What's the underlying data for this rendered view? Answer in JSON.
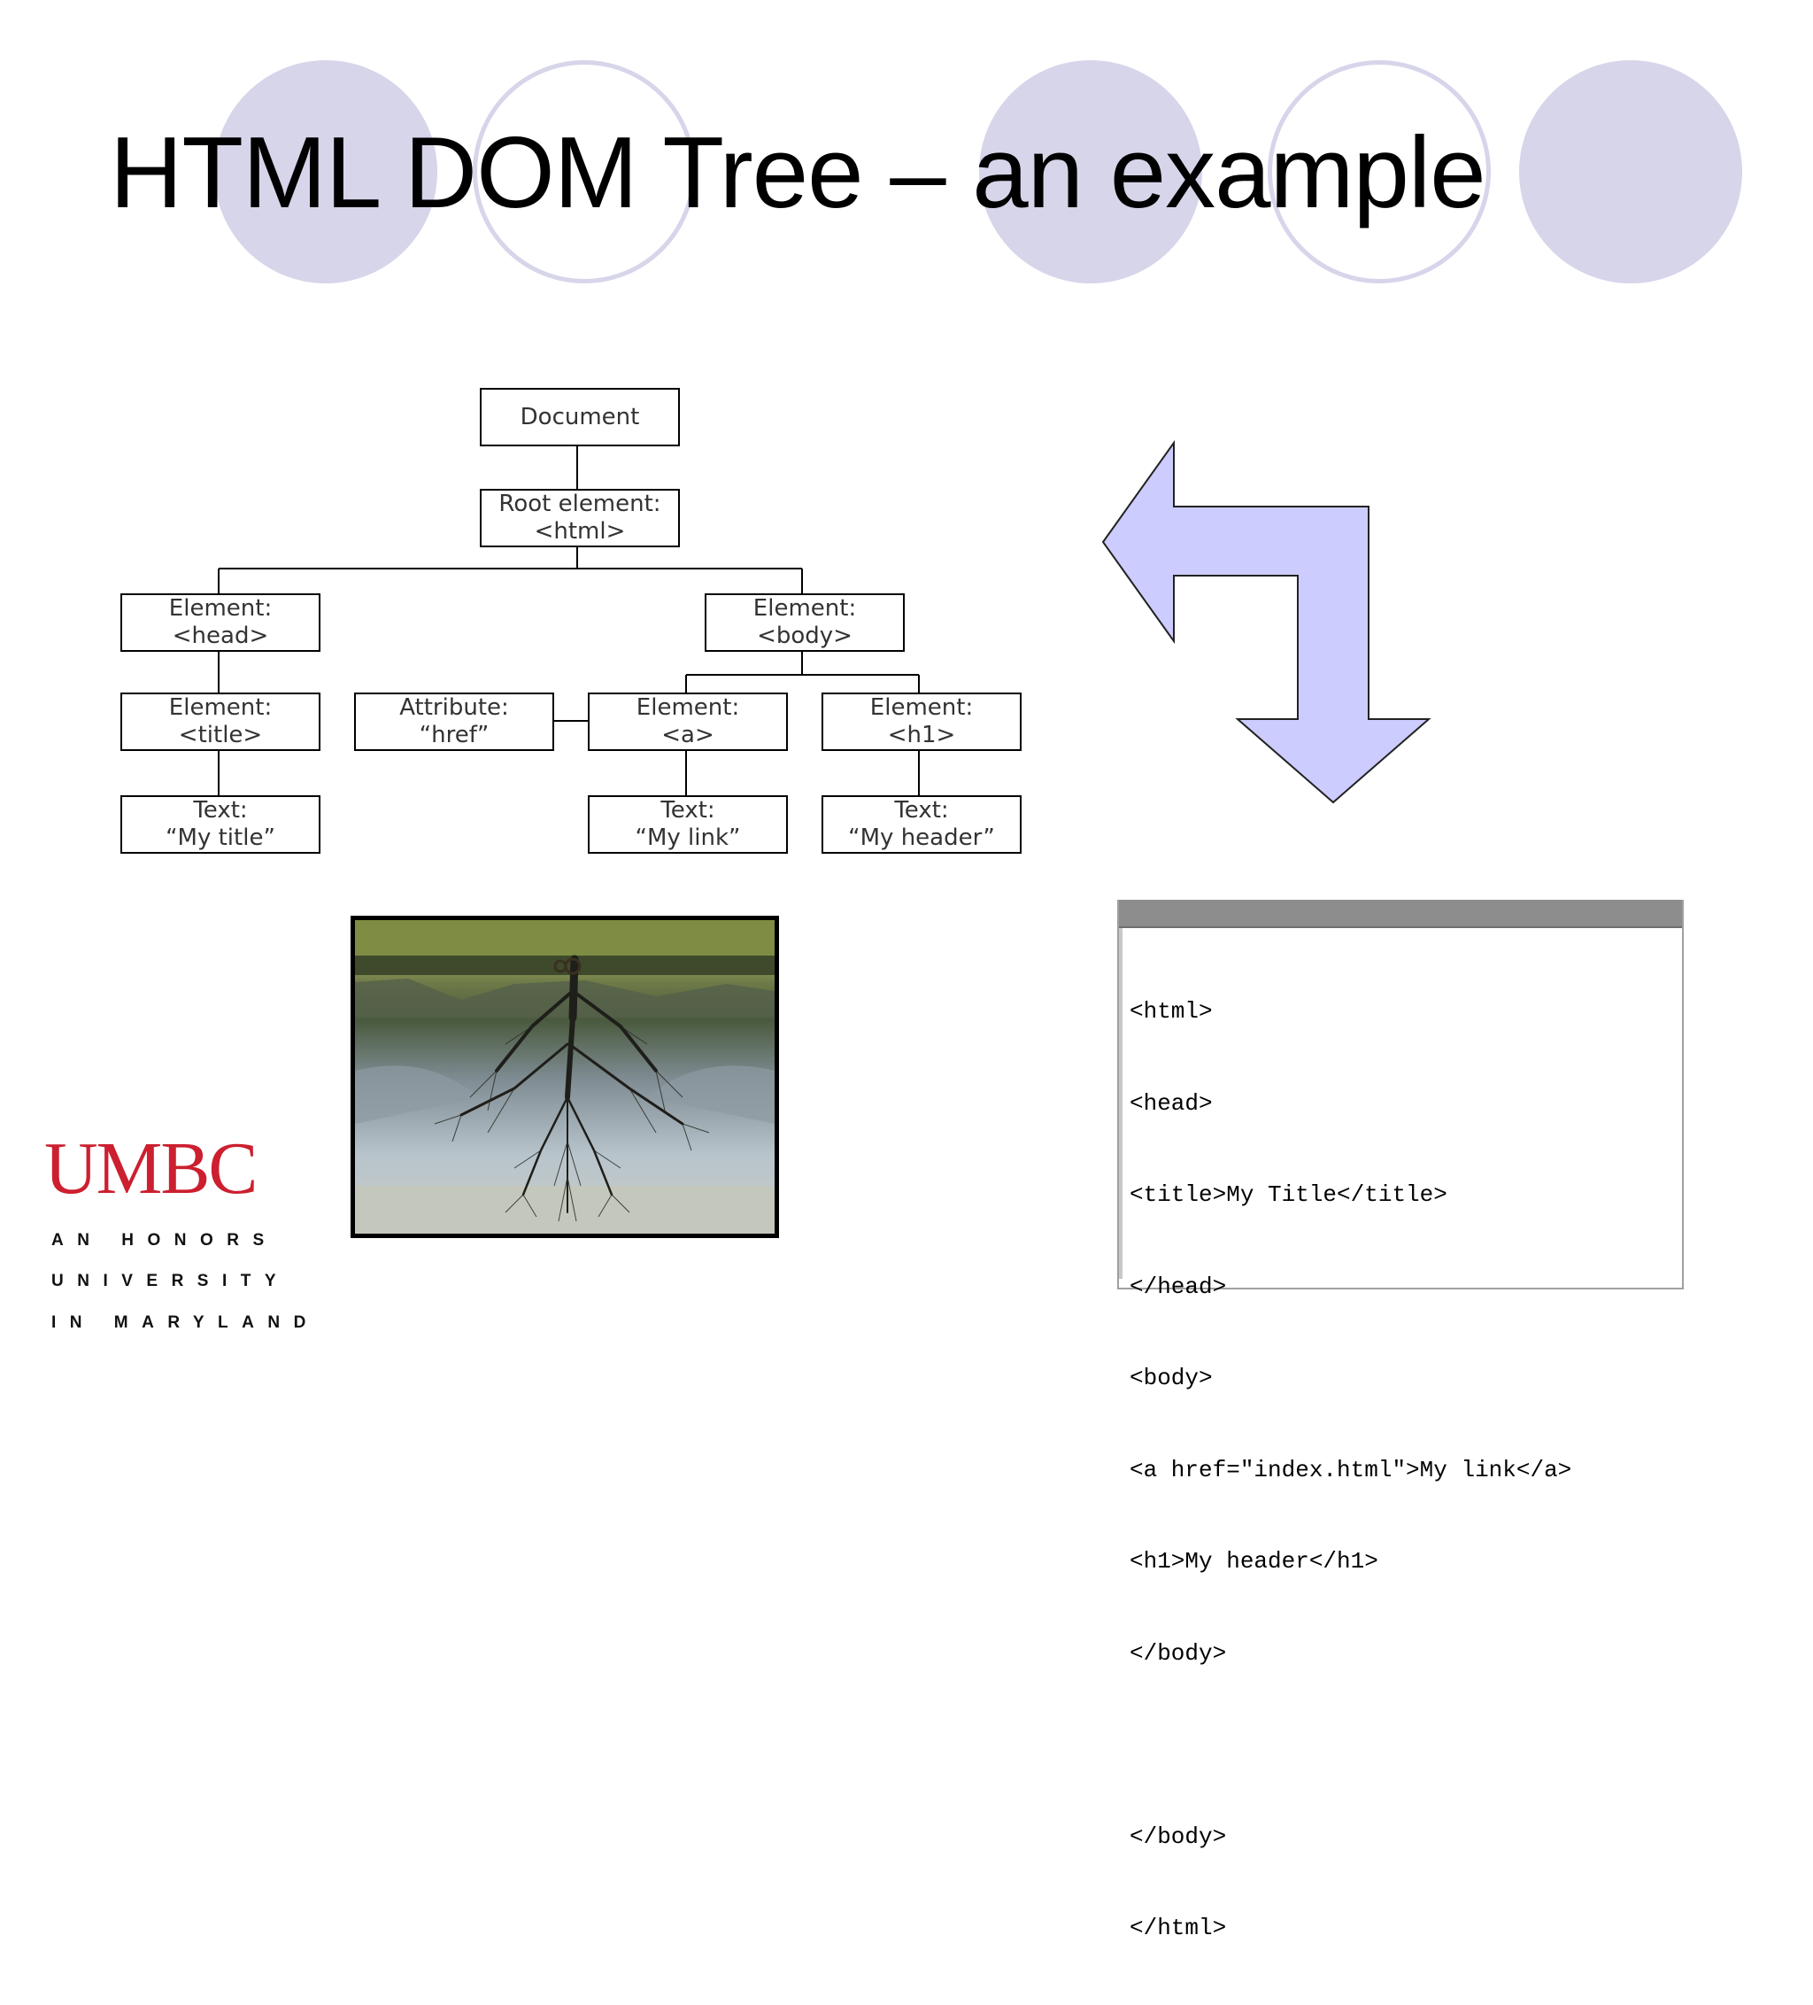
{
  "slide": {
    "title": "HTML DOM Tree – an example"
  },
  "tree": {
    "document": "Document",
    "root": {
      "line1": "Root element:",
      "line2": "<html>"
    },
    "head": {
      "line1": "Element:",
      "line2": "<head>"
    },
    "body": {
      "line1": "Element:",
      "line2": "<body>"
    },
    "title": {
      "line1": "Element:",
      "line2": "<title>"
    },
    "attribute": {
      "line1": "Attribute:",
      "line2": "“href”"
    },
    "a": {
      "line1": "Element:",
      "line2": "<a>"
    },
    "h1": {
      "line1": "Element:",
      "line2": "<h1>"
    },
    "text_title": {
      "line1": "Text:",
      "line2": "“My title”"
    },
    "text_link": {
      "line1": "Text:",
      "line2": "“My link”"
    },
    "text_header": {
      "line1": "Text:",
      "line2": "“My header”"
    }
  },
  "code": {
    "lines": [
      "<html>",
      "<head>",
      "<title>My Title</title>",
      "</head>",
      "<body>",
      "<a href=\"index.html\">My link</a>",
      "<h1>My header</h1>",
      "</body>",
      "",
      "</body>",
      "</html>"
    ]
  },
  "logo": {
    "wordmark": "UMBC",
    "tagline": [
      "AN HONORS",
      "UNIVERSITY",
      "IN MARYLAND"
    ]
  },
  "colors": {
    "circle": "#d6d5ea",
    "arrow_fill": "#ccccff",
    "logo_red": "#cc1f2f"
  }
}
